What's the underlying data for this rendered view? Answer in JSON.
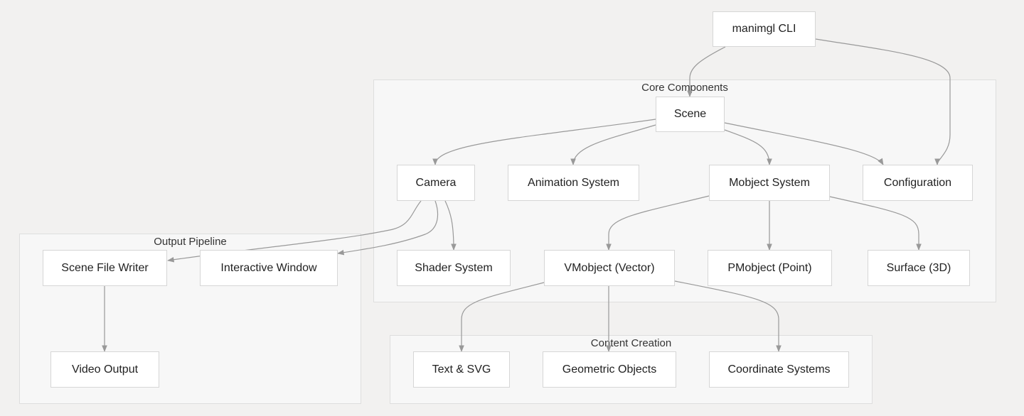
{
  "clusters": {
    "core": "Core Components",
    "output": "Output Pipeline",
    "content": "Content Creation"
  },
  "nodes": {
    "cli": "manimgl CLI",
    "scene": "Scene",
    "camera": "Camera",
    "animation": "Animation System",
    "mobject": "Mobject System",
    "config": "Configuration",
    "shader": "Shader System",
    "vmobject": "VMobject (Vector)",
    "pmobject": "PMobject (Point)",
    "surface": "Surface (3D)",
    "filewriter": "Scene File Writer",
    "window": "Interactive Window",
    "video": "Video Output",
    "text_svg": "Text & SVG",
    "geometric": "Geometric Objects",
    "coordinate": "Coordinate Systems"
  },
  "edges": [
    {
      "from": "cli",
      "to": "scene"
    },
    {
      "from": "cli",
      "to": "config"
    },
    {
      "from": "scene",
      "to": "camera"
    },
    {
      "from": "scene",
      "to": "animation"
    },
    {
      "from": "scene",
      "to": "mobject"
    },
    {
      "from": "scene",
      "to": "config"
    },
    {
      "from": "camera",
      "to": "filewriter"
    },
    {
      "from": "camera",
      "to": "window"
    },
    {
      "from": "camera",
      "to": "shader"
    },
    {
      "from": "mobject",
      "to": "vmobject"
    },
    {
      "from": "mobject",
      "to": "pmobject"
    },
    {
      "from": "mobject",
      "to": "surface"
    },
    {
      "from": "filewriter",
      "to": "video"
    },
    {
      "from": "vmobject",
      "to": "text_svg"
    },
    {
      "from": "vmobject",
      "to": "geometric"
    },
    {
      "from": "vmobject",
      "to": "coordinate"
    }
  ],
  "colors": {
    "background": "#f2f1f0",
    "cluster_fill": "#f7f7f7",
    "node_fill": "#ffffff",
    "edge": "#999999"
  }
}
